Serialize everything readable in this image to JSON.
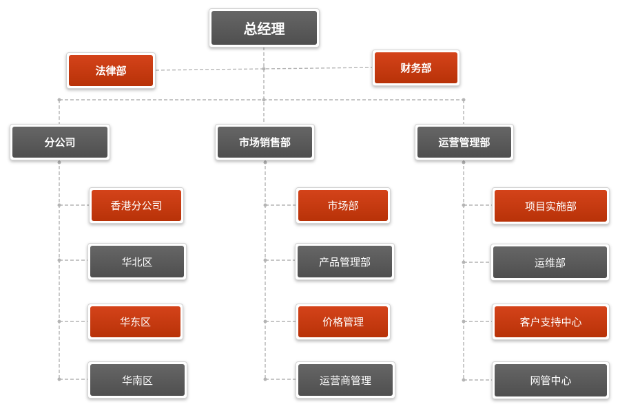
{
  "colors": {
    "gray": "#555555",
    "red": "#c63a10",
    "connector": "#b0b0b0"
  },
  "org": {
    "root": "总经理",
    "staff_left": "法律部",
    "staff_right": "财务部",
    "divisions": [
      {
        "name": "分公司",
        "units": [
          "香港分公司",
          "华北区",
          "华东区",
          "华南区"
        ]
      },
      {
        "name": "市场销售部",
        "units": [
          "市场部",
          "产品管理部",
          "价格管理",
          "运营商管理"
        ]
      },
      {
        "name": "运营管理部",
        "units": [
          "项目实施部",
          "运维部",
          "客户支持中心",
          "网管中心"
        ]
      }
    ]
  }
}
